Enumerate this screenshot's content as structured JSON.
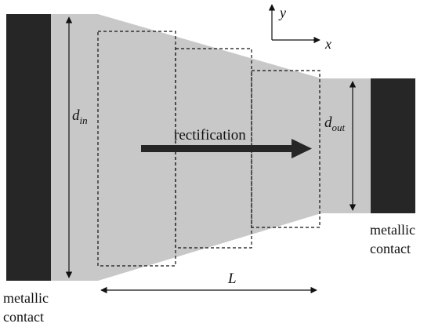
{
  "labels": {
    "axis_y": "y",
    "axis_x": "x",
    "d_in_base": "d",
    "d_in_sub": "in",
    "d_out_base": "d",
    "d_out_sub": "out",
    "rectification": "rectification",
    "length": "L",
    "left_contact_line1": "metallic",
    "left_contact_line2": "contact",
    "right_contact_line1": "metallic",
    "right_contact_line2": "contact"
  },
  "colors": {
    "contact": "#262626",
    "channel": "#c8c8c8",
    "line": "#111111"
  }
}
